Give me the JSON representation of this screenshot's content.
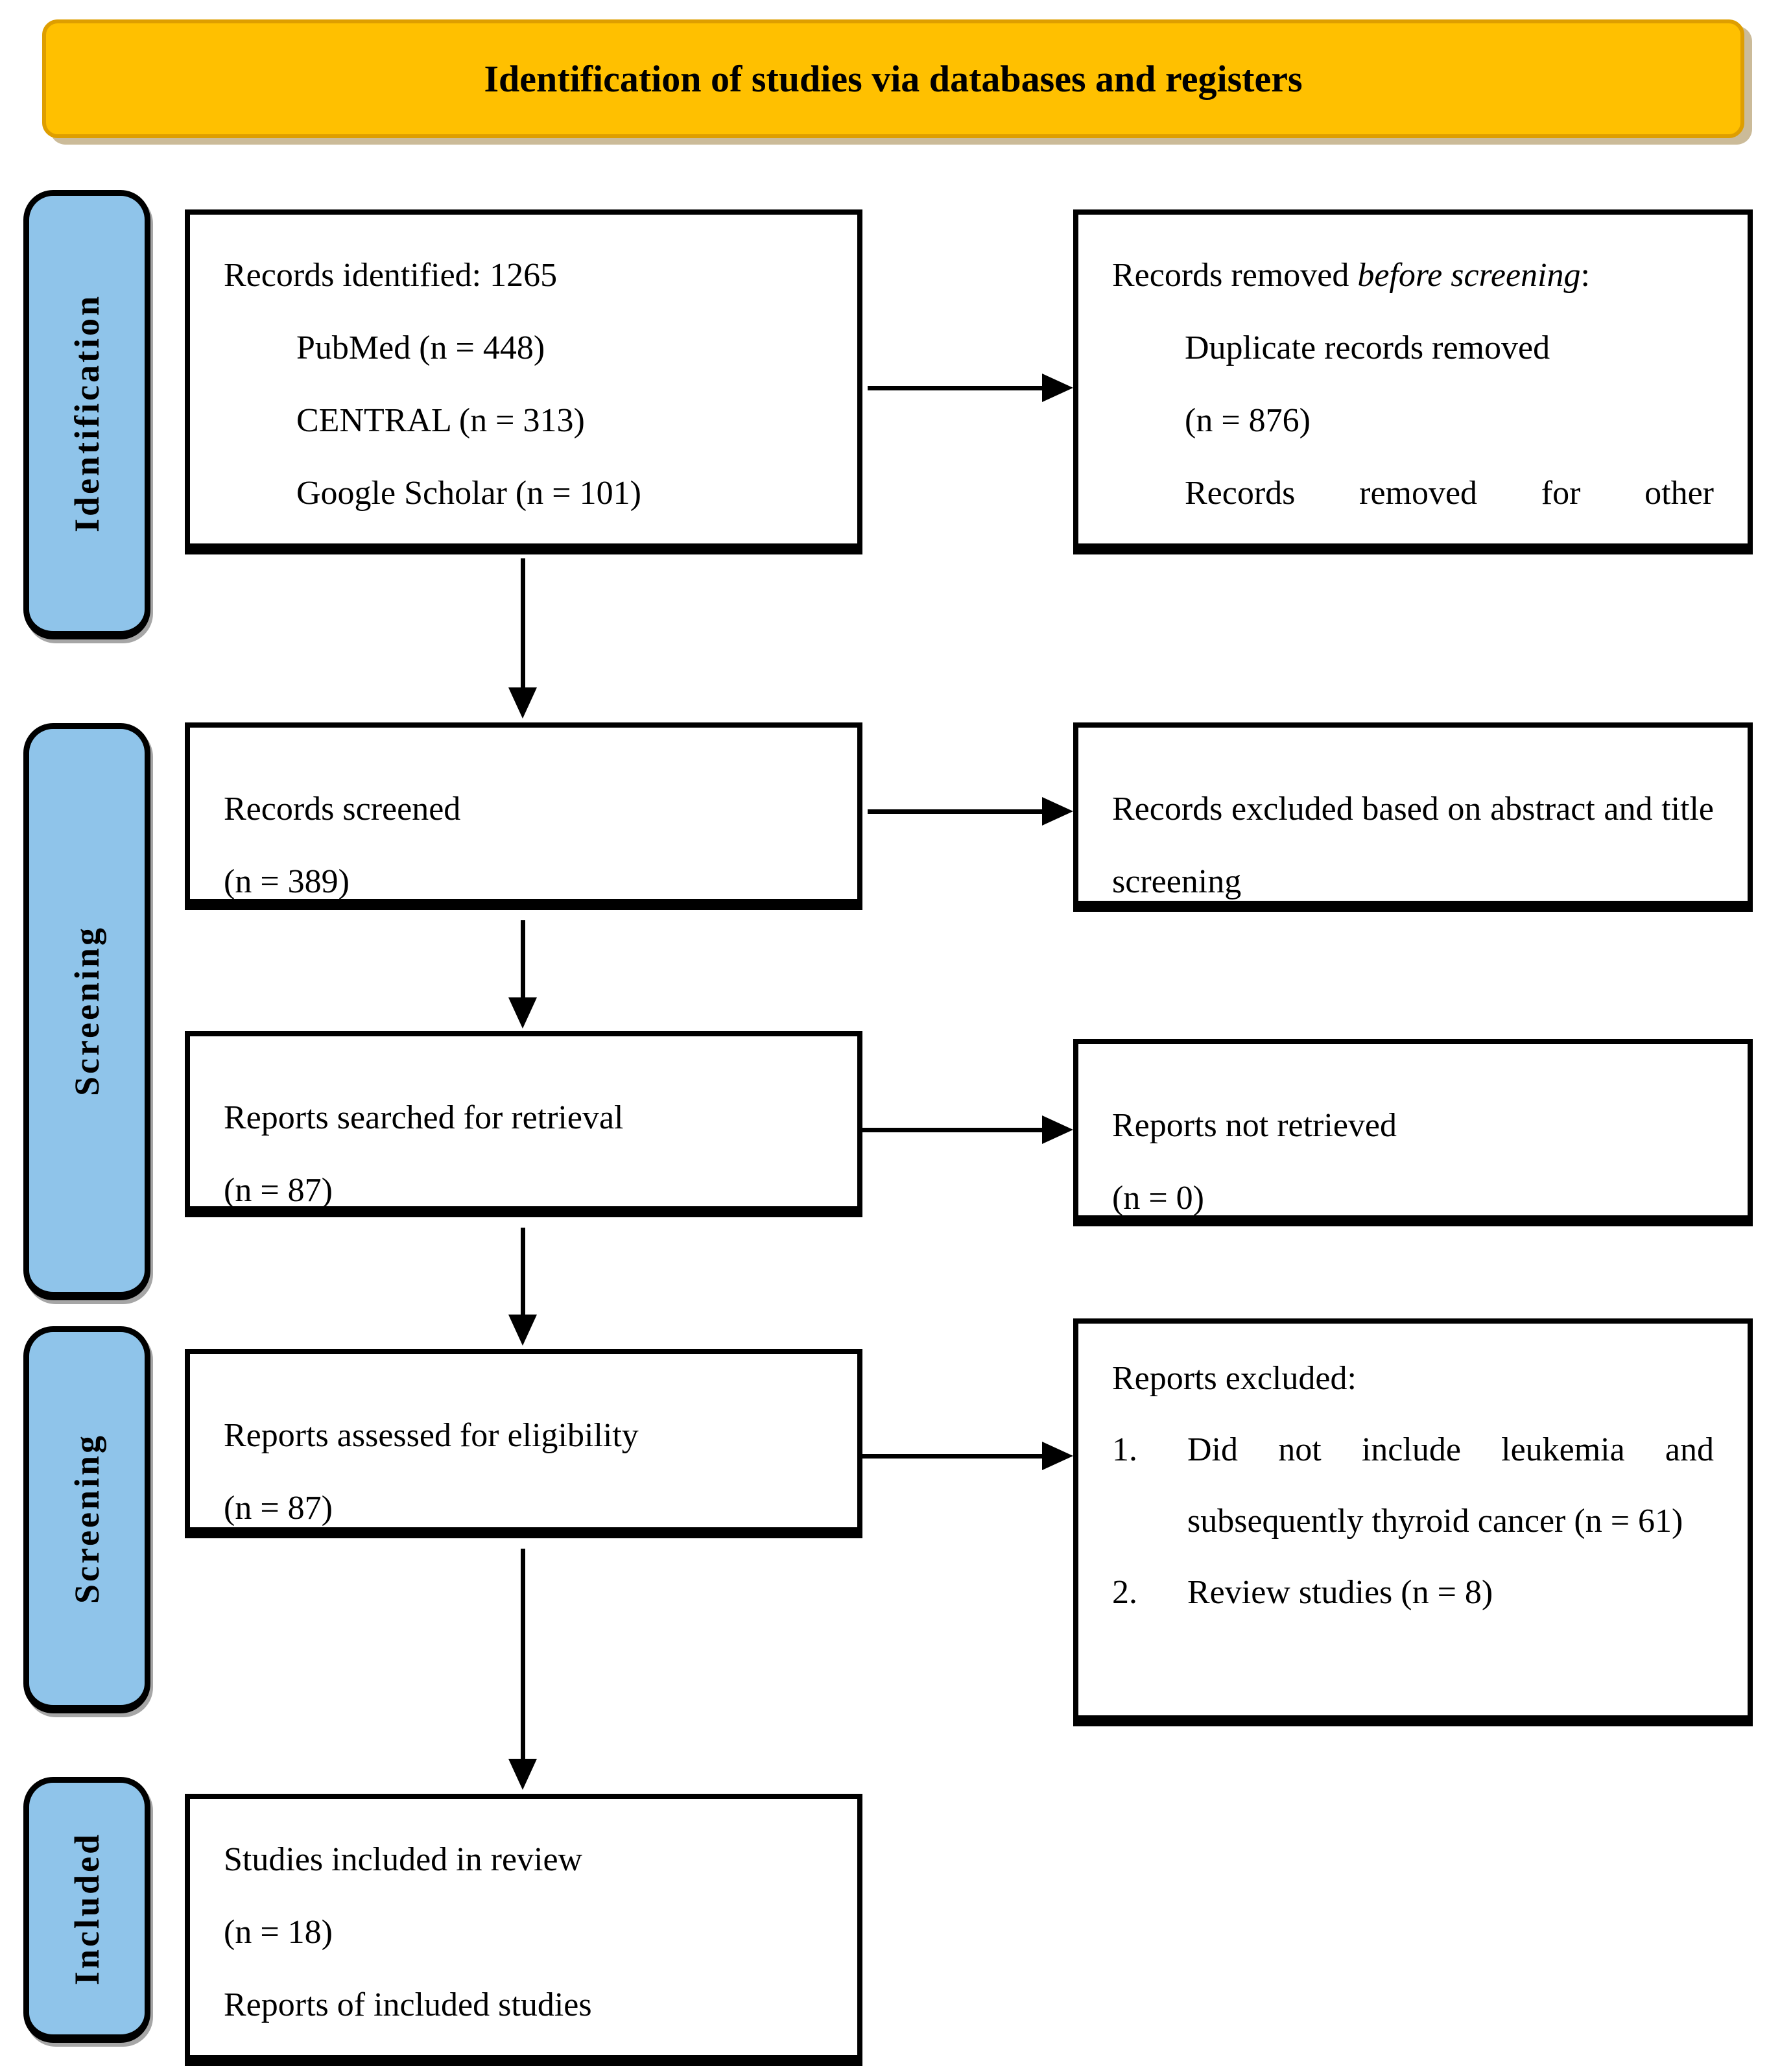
{
  "header": {
    "title": "Identification of studies via databases and registers"
  },
  "sidebar": {
    "items": [
      {
        "label": "Identification"
      },
      {
        "label": "Screening"
      },
      {
        "label": "Screening"
      },
      {
        "label": "Included"
      }
    ]
  },
  "boxes": {
    "records_identified": {
      "title": "Records identified: 1265",
      "items": [
        "PubMed (n = 448)",
        "CENTRAL (n = 313)",
        "Google Scholar (n = 101)"
      ]
    },
    "records_removed": {
      "prefix": "Records removed ",
      "italic": "before screening",
      "suffix": ":",
      "items": [
        "Duplicate records removed",
        "(n = 876)",
        "Records removed for other"
      ]
    },
    "records_screened": {
      "lines": [
        "Records screened",
        "(n = 389)"
      ]
    },
    "records_excluded": {
      "text": "Records excluded based on abstract and title screening"
    },
    "reports_searched": {
      "lines": [
        "Reports searched for retrieval",
        "(n = 87)"
      ]
    },
    "reports_not_retrieved": {
      "lines": [
        "Reports not retrieved",
        "(n = 0)"
      ]
    },
    "reports_assessed": {
      "lines": [
        "Reports assessed for eligibility",
        "(n = 87)"
      ]
    },
    "reports_excluded": {
      "title": "Reports excluded:",
      "list": [
        {
          "num": "1.",
          "text": "Did not include leukemia and subsequently thyroid cancer (n = 61)"
        },
        {
          "num": "2.",
          "text": "Review studies (n = 8)"
        }
      ]
    },
    "studies_included": {
      "lines": [
        "Studies included in review",
        "(n = 18)",
        "Reports of included studies"
      ]
    }
  },
  "colors": {
    "banner_bg": "#FFC000",
    "banner_border": "#DE9E00",
    "stage_bg": "#8FC4EA",
    "box_border": "#000000",
    "text": "#000000"
  }
}
